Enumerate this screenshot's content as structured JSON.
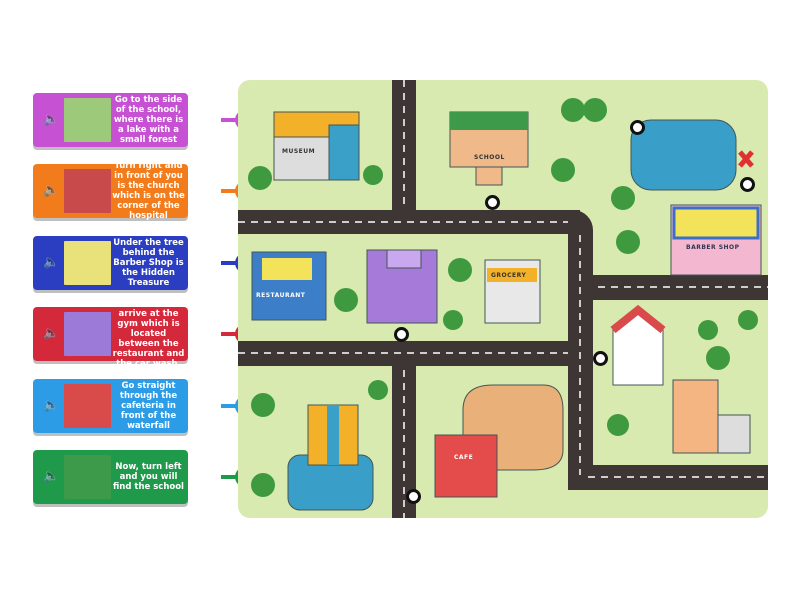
{
  "colors": {
    "purple": "#c651d2",
    "orange": "#f27b1c",
    "blue": "#2b3ec2",
    "red": "#d4293b",
    "lightblue": "#2d9ce6",
    "green": "#1f9a4b",
    "grass": "#d8eab0",
    "road": "#3e3535"
  },
  "cards": [
    {
      "text": "Go to the side of the school, where there is a lake with a small forest",
      "color": "#c651d2",
      "icon": "speaker-icon"
    },
    {
      "text": "Turn right and in front of you is the church which is on the corner of the hospital",
      "color": "#f27b1c",
      "icon": "speaker-icon"
    },
    {
      "text": "Under the tree behind the Barber Shop is the Hidden Treasure",
      "color": "#2b3ec2",
      "icon": "speaker-icon"
    },
    {
      "text": "You will then arrive at the gym which is located between the restaurant and the car wash.",
      "color": "#d4293b",
      "icon": "speaker-icon"
    },
    {
      "text": "Go straight through the cafeteria in front of the waterfall",
      "color": "#2d9ce6",
      "icon": "speaker-icon"
    },
    {
      "text": "Now, turn left and you will find the school",
      "color": "#1f9a4b",
      "icon": "speaker-icon"
    }
  ],
  "map": {
    "museum": "MUSEUM",
    "school": "SCHOOL",
    "restaurant": "RESTAURANT",
    "grocery": "GROCERY",
    "cafe": "CAFE",
    "barber": "BARBER SHOP"
  }
}
